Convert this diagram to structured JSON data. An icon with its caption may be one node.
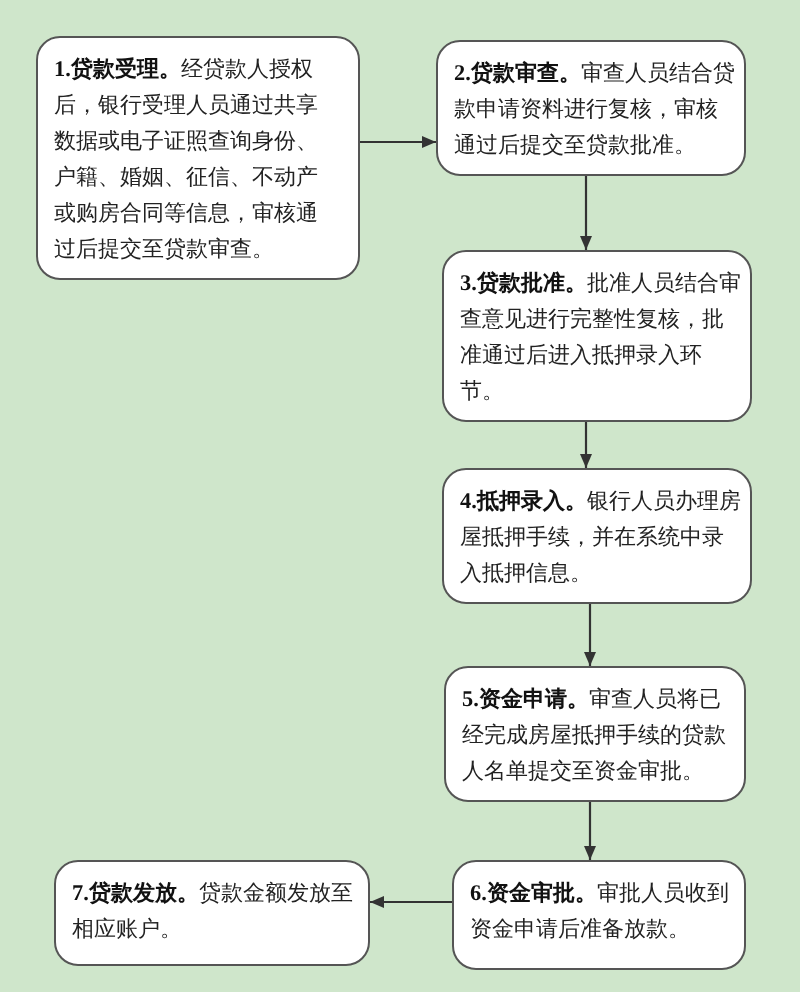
{
  "diagram": {
    "nodes": [
      {
        "text": [
          "**1.贷款受理。**经贷款人授权后，银行受理人员通过共享数据或电子证照查询身份、户籍、婚姻、征信、不动产或购房合同等信息，审核通过后提交至贷款审查。"
        ]
      },
      {
        "text": [
          "**2.贷款审查。**审查人员结合贷款申请资料进行复核，审核通过后提交至贷款批准。"
        ]
      },
      {
        "text": [
          "**3.贷款批准。**批准人员结合审查意见进行完整性复核，批准通过后进入抵押录入环节。"
        ]
      },
      {
        "text": [
          "**4.抵押录入。**银行人员办理房屋抵押手续，并在系统中录入抵押信息。"
        ]
      },
      {
        "text": [
          "**5.资金申请。**审查人员将已经完成房屋抵押手续的贷款人名单提交至资金审批。"
        ]
      },
      {
        "text": [
          "**6.资金审批。**审批人员收到资金申请后准备放款。"
        ]
      },
      {
        "text": [
          "**7.贷款发放。**贷款金额发放至相应账户。"
        ]
      }
    ],
    "edges": [
      {
        "from": 0,
        "to": 1,
        "arrow": "to"
      },
      {
        "from": 1,
        "to": 2,
        "arrow": "to"
      },
      {
        "from": 2,
        "to": 3,
        "arrow": "to"
      },
      {
        "from": 3,
        "to": 4,
        "arrow": "to"
      },
      {
        "from": 4,
        "to": 5,
        "arrow": "to"
      },
      {
        "from": 5,
        "to": 6,
        "arrow": "to"
      }
    ]
  }
}
